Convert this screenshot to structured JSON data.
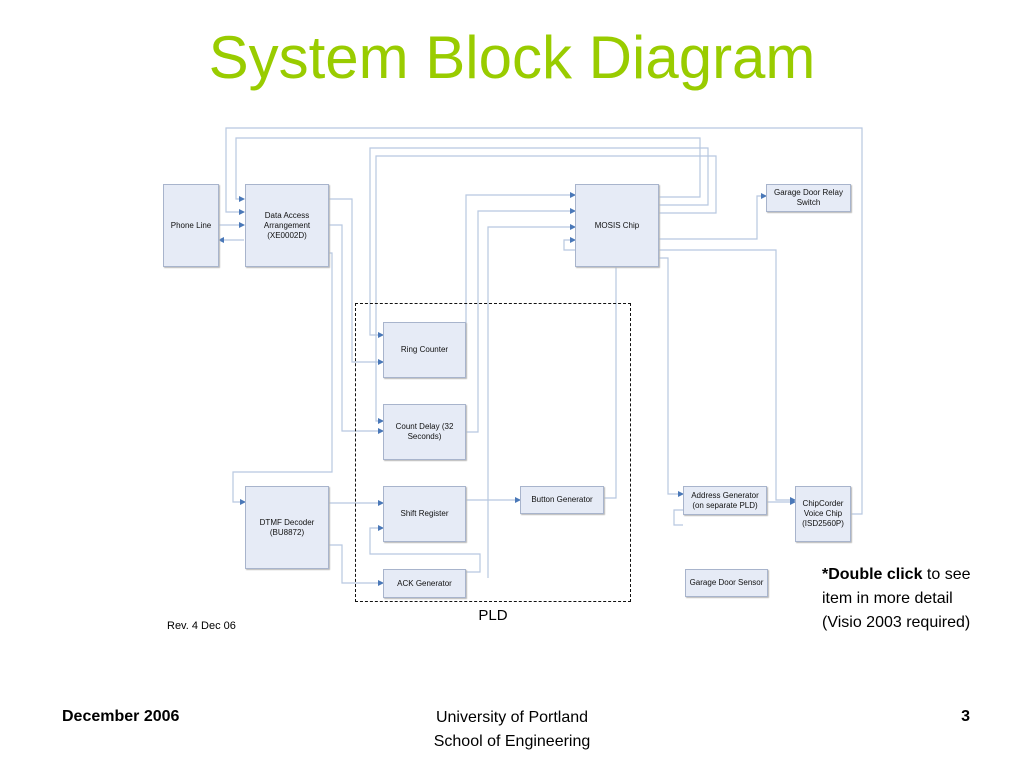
{
  "slide": {
    "title": "System Block Diagram",
    "revision": "Rev. 4 Dec 06",
    "note_bold": "*Double click",
    "note_rest": " to see item in more detail (Visio 2003 required)",
    "footer_date": "December 2006",
    "footer_org_line1": "University of Portland",
    "footer_org_line2": "School of Engineering",
    "page_number": "3"
  },
  "diagram": {
    "line_color": "#b8c8e0",
    "arrow_color": "#4a78b8",
    "pld_label": "PLD",
    "blocks": {
      "phone_line": "Phone Line",
      "daa": "Data Access Arrangement (XE0002D)",
      "mosis": "MOSIS Chip",
      "relay": "Garage Door Relay Switch",
      "ring_counter": "Ring Counter",
      "count_delay": "Count Delay (32 Seconds)",
      "shift_register": "Shift Register",
      "button_generator": "Button Generator",
      "ack_generator": "ACK Generator",
      "dtmf": "DTMF Decoder (BU8872)",
      "address_generator": "Address Generator (on separate PLD)",
      "chipcorder": "ChipCorder Voice Chip (ISD2560P)",
      "door_sensor": "Garage Door Sensor"
    }
  }
}
